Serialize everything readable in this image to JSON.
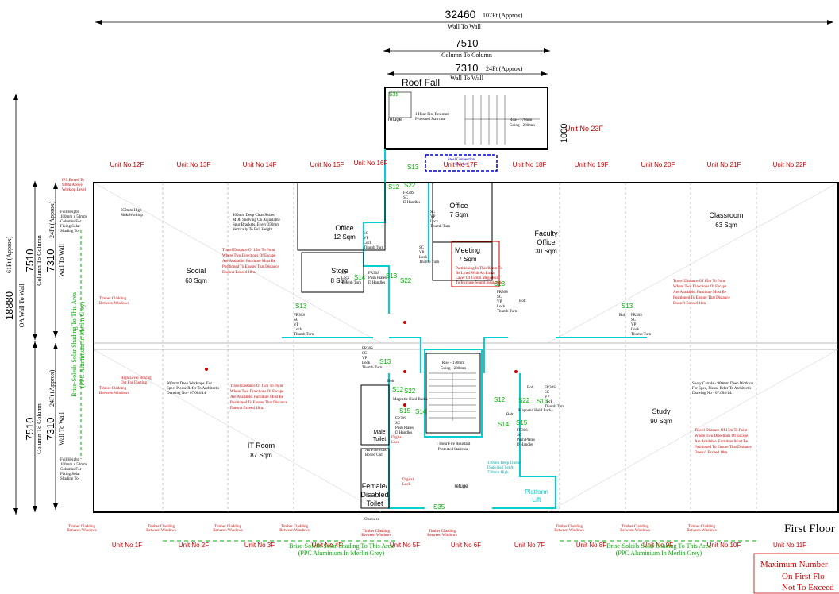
{
  "dims": {
    "overall": "32460",
    "overall_ft": "107Ft (Approx)",
    "overall_sub": "Wall To Wall",
    "col": "7510",
    "col_sub": "Column To Column",
    "wall": "7310",
    "wall_ft": "24Ft (Approx)",
    "wall_sub": "Wall To Wall",
    "height": "18880",
    "height_ft": "61Ft (Approx)",
    "height_sub": "OA Wall To Wall",
    "stair_dim": "1000"
  },
  "labels": {
    "roof_fall": "Roof Fall",
    "first_floor": "First Floor",
    "max_line1": "Maximum Number",
    "max_line2": "On First Flo",
    "max_line3": "Not To Exceed"
  },
  "units_top": [
    "Unit No 12F",
    "Unit No 13F",
    "Unit No 14F",
    "Unit No 15F",
    "Unit No 16F",
    "Unit No 17F",
    "Unit No 18F",
    "Unit No 19F",
    "Unit No 20F",
    "Unit No 21F",
    "Unit No 22F"
  ],
  "unit_23": "Unit No 23F",
  "units_bottom": [
    "Unit No 1F",
    "Unit No 2F",
    "Unit No 3F",
    "Unit No 4F",
    "Unit No 5F",
    "Unit No 6F",
    "Unit No 7F",
    "Unit No 8F",
    "Unit No 9F",
    "Unit No 10F",
    "Unit No 11F"
  ],
  "rooms": {
    "social": "Social",
    "social_area": "63 Sqm",
    "office1": "Office",
    "office1_area": "12 Sqm",
    "store": "Store",
    "store_area": "8 Sqm",
    "office2": "Office",
    "office2_area": "7 Sqm",
    "meeting": "Meeting",
    "meeting_area": "7 Sqm",
    "faculty": "Faculty",
    "faculty2": "Office",
    "faculty_area": "30 Sqm",
    "classroom": "Classroom",
    "classroom_area": "63 Sqm",
    "it": "IT Room",
    "it_area": "87 Sqm",
    "study": "Study",
    "study_area": "90 Sqm",
    "male": "Male",
    "male2": "Toilet",
    "female": "Female/",
    "female2": "Disabled",
    "female3": "Toilet",
    "lift": "Platform",
    "lift2": "Lift",
    "refuge": "refuge"
  },
  "stair": {
    "rise": "Rise - 170mm",
    "going": "Going - 280mm",
    "fire1": "1 Hour Fire Resistant",
    "fire2": "Protected Staircase"
  },
  "notes": {
    "brise_v1": "Brise-Soleils Solar Shading To This Area",
    "brise_v2": "(PPC Aluminium In Merlin Grey)",
    "timber": "Timber Cladding",
    "timber2": "Between Windows",
    "steel1": "Steel Connection",
    "steel2": "Bracket",
    "travel1": "Travel Distance Of 15m To Point",
    "travel2": "Where Two Directions Of Escape",
    "travel3": "Are Available. Furniture Must Be",
    "travel4": "Positioned To Ensure That Distance",
    "travel5": "Doesn't Exceed 18m.",
    "part1": "Partitioning In This Room To",
    "part2": "Be Lined With An Extra",
    "part3": "Layer Of 15mm Megadeco",
    "part4": "To Increase Sound Insulation.",
    "highlevel1": "High Level Boxing",
    "highlevel2": "Out For Ducting",
    "fullheight1": "Full Height",
    "fullheight2": "100mm x 50mm",
    "fullheight3": "Columns For",
    "fullheight4": "Fixing Solar",
    "fullheight5": "Shading To.",
    "sink1": "850mm High",
    "sink2": "Sink/Worktop",
    "shelf1": "400mm Deep Clear Sealed",
    "shelf2": "MDF Shelving On Adjustable",
    "shelf3": "Spur Brackets, Every 350mm",
    "shelf4": "Vertically To Full Height",
    "worktop1": "900mm Deep Worktops. For",
    "worktop2": "Spec, Please Refer To Architect's",
    "worktop3": "Drawing No - 07.004/14.",
    "study1": "Study Carrels - 900mm Deep Worktop.",
    "study2": "For Spec, Please Refer To Architect's",
    "study3": "Drawing No - 07.004/14.",
    "fire_red1": "IPS Boxed To",
    "fire_red2": "900m Above",
    "fire_red3": "Worktop Level",
    "digital1": "Digital",
    "digital2": "Lock",
    "magnetic": "Magnetic Hold Backs",
    "pipe1": "All Pipework",
    "pipe2": "Boxed Out",
    "obscured": "Obscured",
    "shelf_cyan1": "150mm Deep Timber",
    "shelf_cyan2": "Dado Rail Set At",
    "shelf_cyan3": "720mm High"
  },
  "doors": {
    "s13": "S13",
    "s12": "S12",
    "s14": "S14",
    "s15": "S15",
    "s22": "S22",
    "s35": "S35",
    "fr": "FR30S",
    "sc": "SC",
    "vp": "VP",
    "lock": "Lock",
    "thumb": "Thumb Turn",
    "push": "Push Plates",
    "dh": "D Handles",
    "bolt": "Bolt"
  },
  "colors": {
    "wall": "#000000",
    "cyan": "#00d0d0",
    "red": "#cc0000",
    "green": "#00b000",
    "blue": "#0000cc"
  }
}
